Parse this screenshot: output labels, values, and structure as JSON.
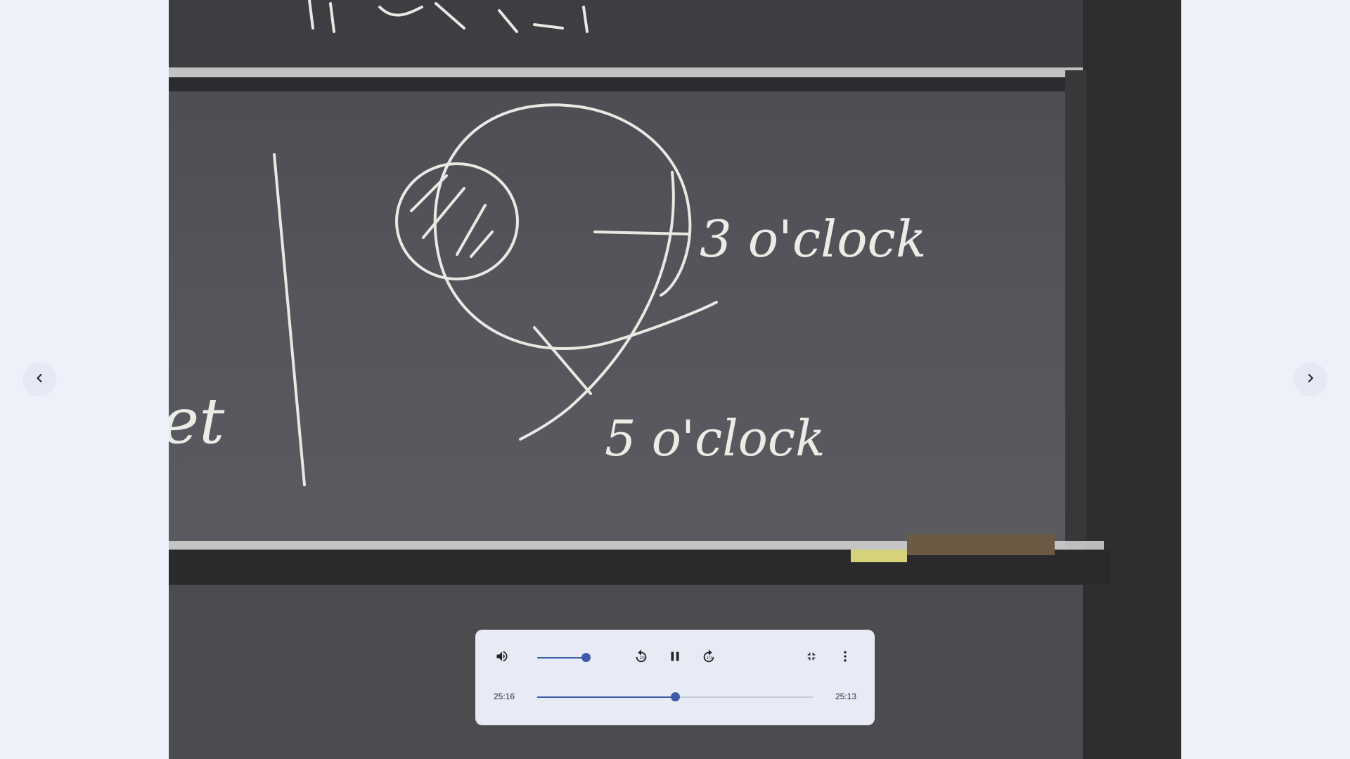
{
  "viewer": {
    "prev_icon": "chevron-left-icon",
    "next_icon": "chevron-right-icon"
  },
  "video_frame": {
    "board_text": [
      "3 o'clock",
      "5 o'clock",
      "et"
    ]
  },
  "player": {
    "volume_icon": "volume-up-icon",
    "volume_level": 0.75,
    "rewind_icon": "replay-10-icon",
    "pause_icon": "pause-icon",
    "forward_icon": "forward-10-icon",
    "exit_fullscreen_icon": "fullscreen-exit-icon",
    "more_icon": "more-vert-icon",
    "elapsed_time": "25:16",
    "total_time": "25:13",
    "progress": 0.5,
    "accent_color": "#3f5aa8"
  }
}
